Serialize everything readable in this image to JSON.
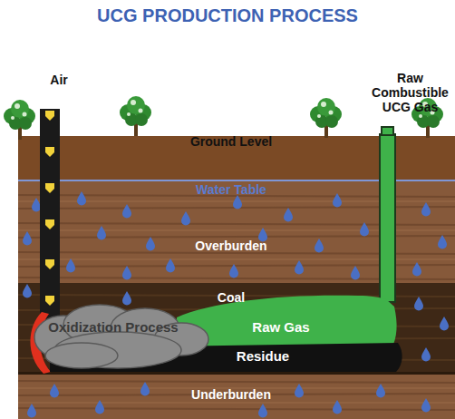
{
  "diagram": {
    "title": "UCG PRODUCTION PROCESS",
    "nodes": [
      {
        "text": [
          "Oxidization Process"
        ]
      },
      {
        "text": [
          "Raw Gas"
        ]
      },
      {
        "text": [
          "Residue"
        ]
      }
    ],
    "labels": [
      "Air",
      "Raw Combustible UCG Gas",
      "Ground Level",
      "Water Table",
      "Overburden",
      "Coal",
      "Underburden"
    ]
  }
}
